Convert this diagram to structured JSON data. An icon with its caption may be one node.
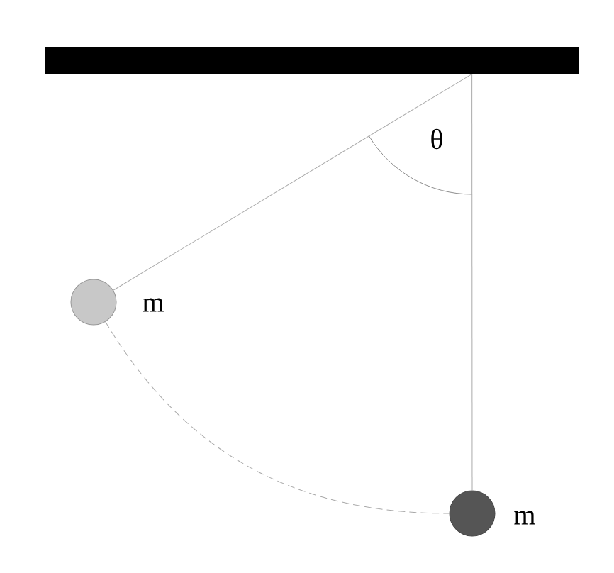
{
  "diagram": {
    "nodes": [
      {
        "text": [],
        "shape": "bar"
      },
      {
        "text": [],
        "shape": "circle",
        "beside": [
          "m"
        ]
      },
      {
        "text": [],
        "shape": "circle",
        "beside": [
          "m"
        ]
      }
    ],
    "edges": [
      {
        "from": 0,
        "to": 1,
        "arrow": "none"
      },
      {
        "from": 0,
        "to": 2,
        "arrow": "none"
      },
      {
        "from": 1,
        "to": 2,
        "arrow": "none",
        "style": "dashed"
      }
    ],
    "labels": [
      "θ"
    ]
  }
}
